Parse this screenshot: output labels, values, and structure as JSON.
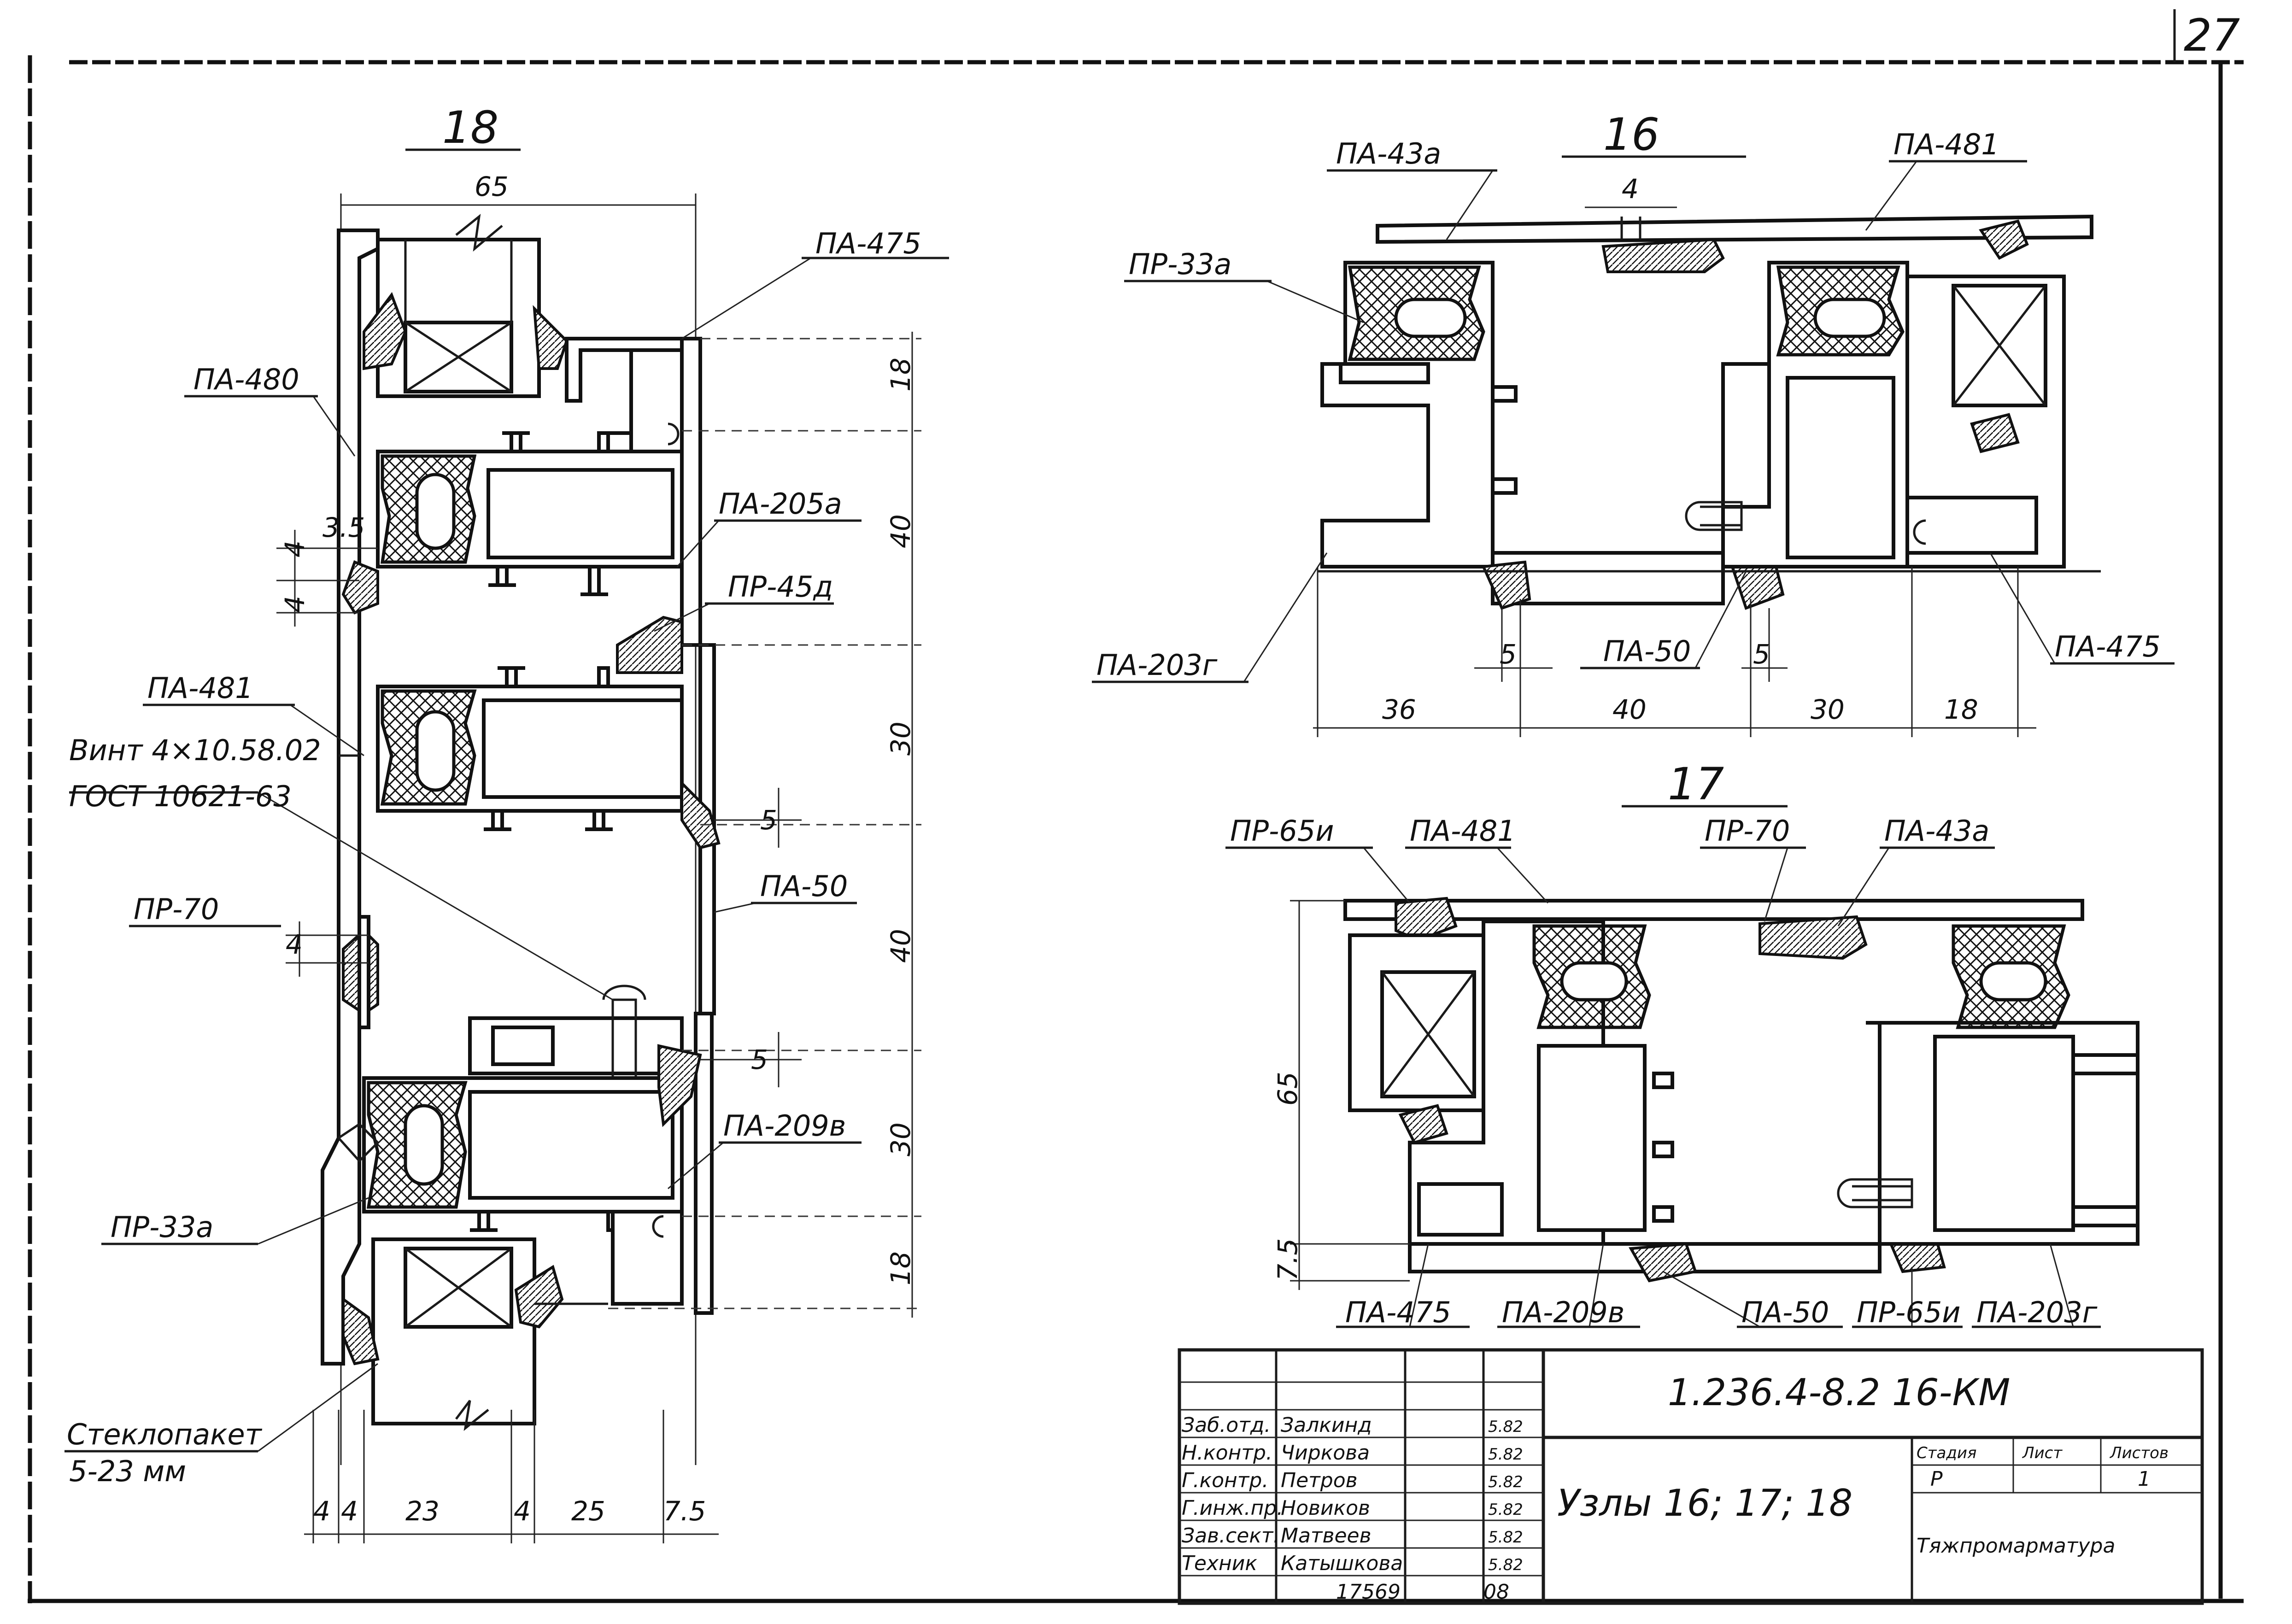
{
  "sheet": {
    "page_number": "27"
  },
  "node18": {
    "title": "18",
    "dims_top": "65",
    "dims_right": [
      "18",
      "40",
      "30",
      "40",
      "30",
      "18"
    ],
    "dims_bottom": [
      "4",
      "4",
      "23",
      "4",
      "25",
      "7.5"
    ],
    "dims_left_small": [
      "3.5",
      "4",
      "4"
    ],
    "dim_pr70_gap": "4",
    "dims_side_small": [
      "5",
      "5"
    ],
    "labels": {
      "pa475": "ПА-475",
      "pa480": "ПА-480",
      "pa205a": "ПА-205а",
      "pr45d": "ПР-45д",
      "pa481": "ПА-481",
      "screw_line1": "Винт 4×10.58.02",
      "screw_line2": "ГОСТ 10621-63",
      "pr70": "ПР-70",
      "pa50": "ПА-50",
      "pa209v": "ПА-209в",
      "pr33a": "ПР-33а",
      "glass_line1": "Стеклопакет",
      "glass_line2": "5-23 мм"
    }
  },
  "node16": {
    "title": "16",
    "dim_top": "4",
    "dims_bottom": [
      "36",
      "40",
      "30",
      "18"
    ],
    "dims_small": [
      "5",
      "5"
    ],
    "labels": {
      "pa43a": "ПА-43а",
      "pa481": "ПА-481",
      "pr33a": "ПР-33а",
      "pa203g": "ПА-203г",
      "pa50": "ПА-50",
      "pa475": "ПА-475"
    }
  },
  "node17": {
    "title": "17",
    "dims_left": [
      "65",
      "7.5"
    ],
    "labels": {
      "pr65i": "ПР-65и",
      "pa481": "ПА-481",
      "pr70": "ПР-70",
      "pa43a": "ПА-43а",
      "pa475": "ПА-475",
      "pa209v": "ПА-209в",
      "pa50": "ПА-50",
      "pr65i_b": "ПР-65и",
      "pa203g": "ПА-203г"
    }
  },
  "title_block": {
    "doc_code": "1.236.4-8.2   16-КМ",
    "sheet_title": "Узлы 16; 17; 18",
    "org": "Тяжпромарматура",
    "col_headers": [
      "Стадия",
      "Лист",
      "Листов"
    ],
    "col_values": [
      "Р",
      "",
      "1"
    ],
    "rows": [
      {
        "role": "Заб.отд.",
        "name": "Залкинд",
        "date": "5.82"
      },
      {
        "role": "Н.контр.",
        "name": "Чиркова",
        "date": "5.82"
      },
      {
        "role": "Г.контр.",
        "name": "Петров",
        "date": "5.82"
      },
      {
        "role": "Г.инж.пр.",
        "name": "Новиков",
        "date": "5.82"
      },
      {
        "role": "Зав.сект.",
        "name": "Матвеев",
        "date": "5.82"
      },
      {
        "role": "Техник",
        "name": "Катышкова",
        "date": "5.82"
      }
    ],
    "footer_numbers": [
      "17569",
      "08"
    ]
  }
}
